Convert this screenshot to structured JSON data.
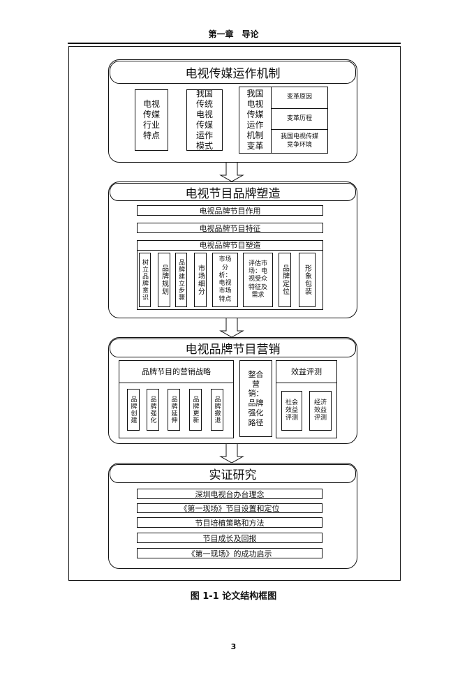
{
  "header": {
    "chapter": "第一章　导论"
  },
  "sec1": {
    "title": "电视传媒运作机制",
    "col1": "电视\n传媒\n行业\n特点",
    "col2": "我国\n传统\n电视\n传媒\n运作\n模式",
    "col3": "我国\n电视\n传媒\n运作\n机制\n变革",
    "sub": [
      "变革原因",
      "变革历程",
      "我国电视传媒\n竞争环境"
    ]
  },
  "sec2": {
    "title": "电视节目品牌塑造",
    "bar1": "电视品牌节目作用",
    "bar2": "电视品牌节目特征",
    "bar3": "电视品牌节目塑造",
    "steps": [
      "树立品牌意识",
      "品牌规划",
      "品牌建立步骤",
      "市场细分",
      "市场\n分\n析：\n电视\n市场\n特点",
      "评估市\n场：电\n视受众\n特征及\n需求",
      "品牌定位",
      "形象包装"
    ]
  },
  "sec3": {
    "title": "电视品牌节目营销",
    "strategy_title": "品牌节目的营销战略",
    "strategies": [
      "品牌创建",
      "品牌强化",
      "品牌延伸",
      "品牌更新",
      "品牌撤退"
    ],
    "integrated": "整合\n营\n销：\n品牌\n强化\n路径",
    "eval_title": "效益评测",
    "evals": [
      "社会\n效益\n评测",
      "经济\n效益\n评测"
    ]
  },
  "sec4": {
    "title": "实证研究",
    "items": [
      "深圳电视台办台理念",
      "《第一现场》节目设置和定位",
      "节目培植策略和方法",
      "节目成长及回报",
      "《第一现场》的成功启示"
    ]
  },
  "caption": "图 1-1  论文结构框图",
  "page_number": "3"
}
